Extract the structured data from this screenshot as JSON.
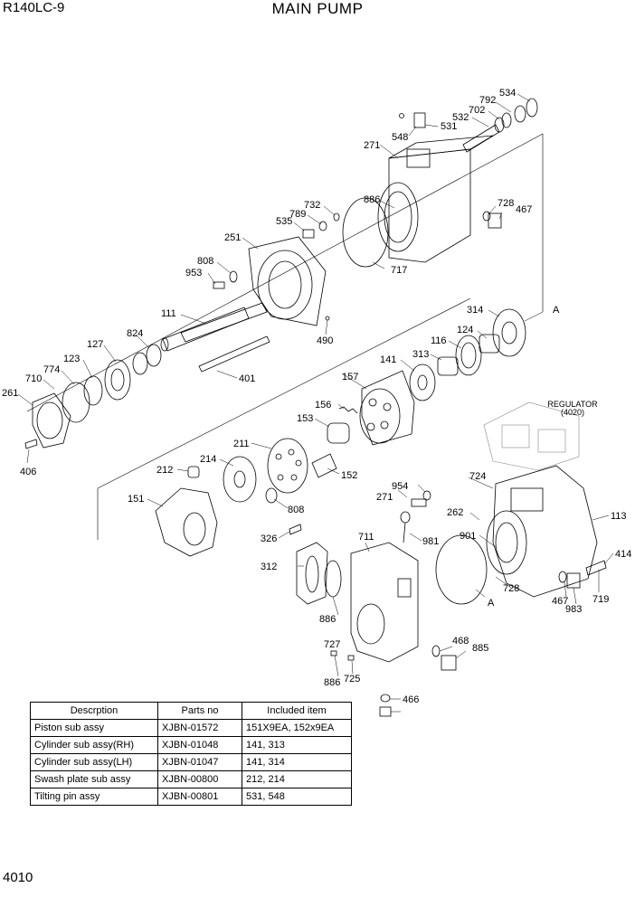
{
  "header": {
    "model": "R140LC-9",
    "title": "MAIN PUMP"
  },
  "footer": {
    "page_number": "4010"
  },
  "regulator_note": {
    "line1": "REGULATOR",
    "line2": "(4020)"
  },
  "callouts": [
    "534",
    "792",
    "702",
    "532",
    "531",
    "548",
    "271",
    "886",
    "732",
    "789",
    "535",
    "728",
    "467",
    "717",
    "251",
    "808",
    "953",
    "111",
    "490",
    "824",
    "127",
    "123",
    "774",
    "710",
    "261",
    "406",
    "401",
    "314",
    "A",
    "124",
    "116",
    "313",
    "141",
    "157",
    "156",
    "153",
    "211",
    "214",
    "212",
    "151",
    "152",
    "808",
    "954",
    "271",
    "724",
    "262",
    "113",
    "901",
    "981",
    "414",
    "326",
    "312",
    "711",
    "886",
    "728",
    "467",
    "983",
    "719",
    "A",
    "727",
    "468",
    "885",
    "886",
    "725",
    "466"
  ],
  "parts_table": {
    "columns": [
      "Descrption",
      "Parts no",
      "Included item"
    ],
    "rows": [
      [
        "Piston sub assy",
        "XJBN-01572",
        "151X9EA, 152x9EA"
      ],
      [
        "Cylinder sub assy(RH)",
        "XJBN-01048",
        "141, 313"
      ],
      [
        "Cylinder sub assy(LH)",
        "XJBN-01047",
        "141, 314"
      ],
      [
        "Swash plate sub assy",
        "XJBN-00800",
        "212, 214"
      ],
      [
        "Tilting pin assy",
        "XJBN-00801",
        "531, 548"
      ]
    ]
  }
}
